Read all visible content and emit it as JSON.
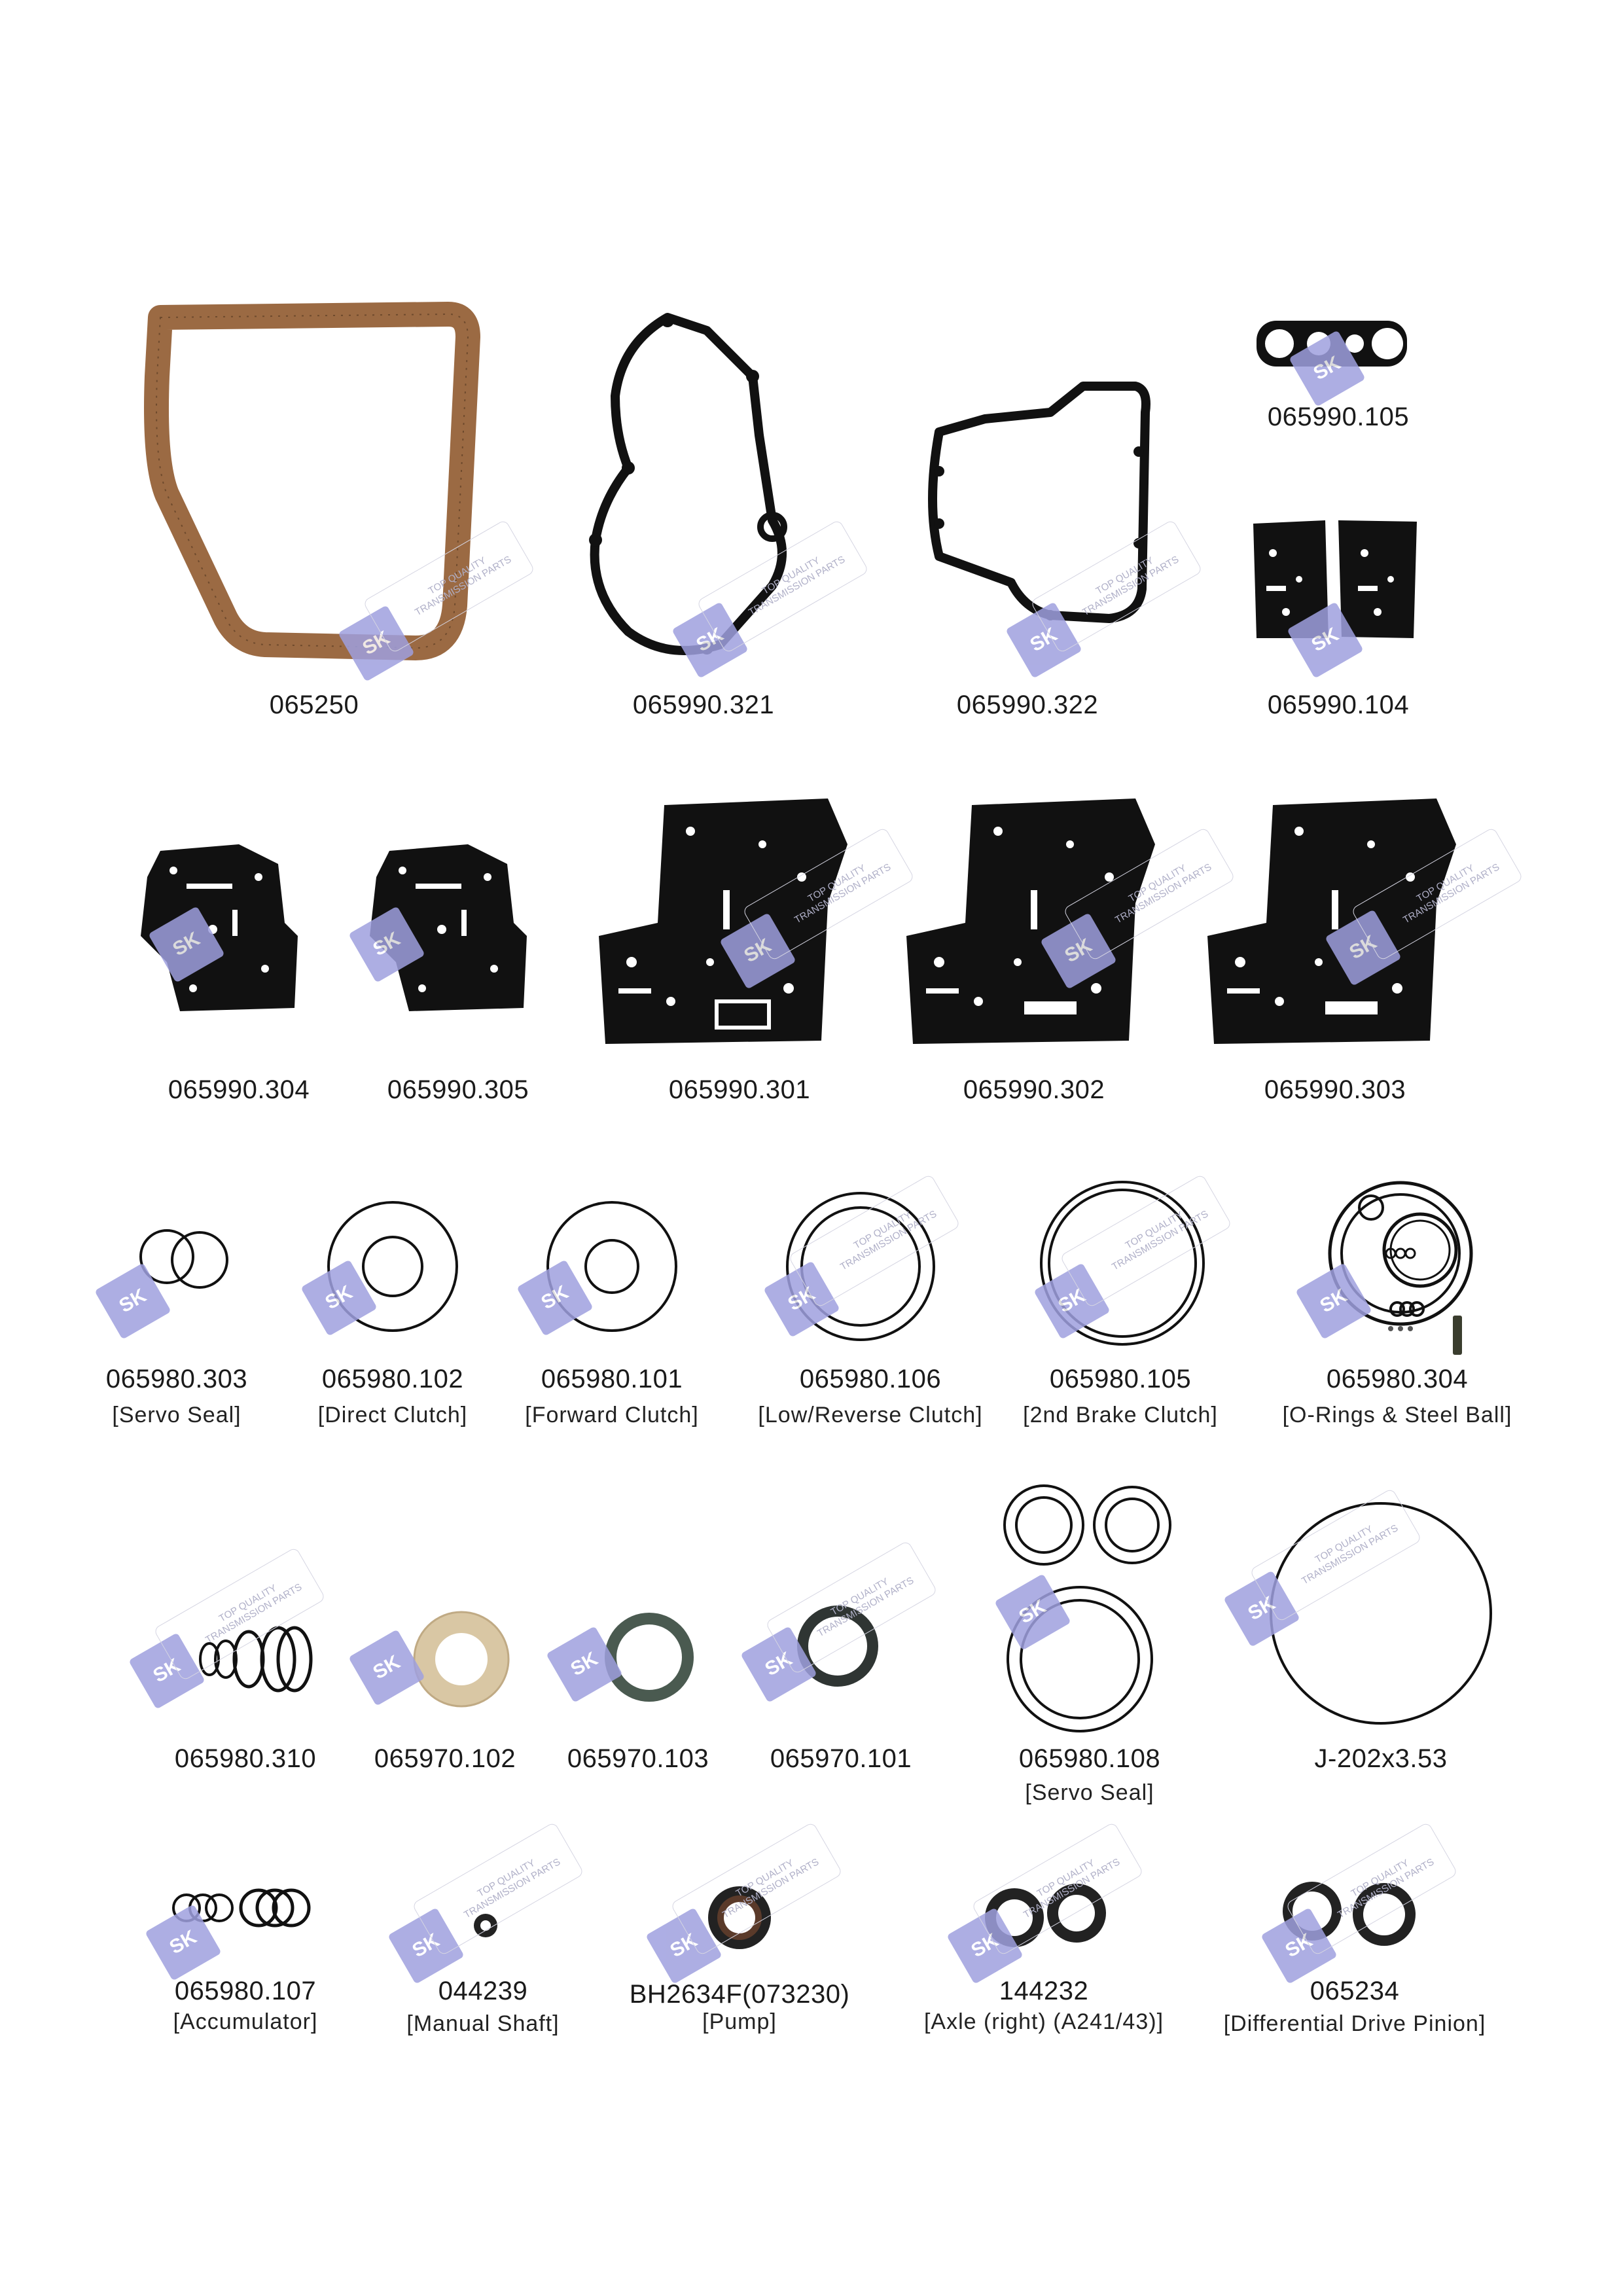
{
  "watermark": {
    "logo": "SK",
    "line1": "TOP QUALITY",
    "line2": "TRANSMISSION PARTS"
  },
  "colors": {
    "gasket": "#111111",
    "cork": "#9b6a43",
    "logo_bg": "#9fa0df",
    "seal_tan": "#d9c7a4"
  },
  "rows": [
    {
      "items": [
        {
          "code": "065250",
          "desc": ""
        },
        {
          "code": "065990.321",
          "desc": ""
        },
        {
          "code": "065990.322",
          "desc": ""
        },
        {
          "code": "065990.105",
          "desc": ""
        },
        {
          "code": "065990.104",
          "desc": ""
        }
      ]
    },
    {
      "items": [
        {
          "code": "065990.304",
          "desc": ""
        },
        {
          "code": "065990.305",
          "desc": ""
        },
        {
          "code": "065990.301",
          "desc": ""
        },
        {
          "code": "065990.302",
          "desc": ""
        },
        {
          "code": "065990.303",
          "desc": ""
        }
      ]
    },
    {
      "items": [
        {
          "code": "065980.303",
          "desc": "[Servo Seal]"
        },
        {
          "code": "065980.102",
          "desc": "[Direct Clutch]"
        },
        {
          "code": "065980.101",
          "desc": "[Forward Clutch]"
        },
        {
          "code": "065980.106",
          "desc": "[Low/Reverse Clutch]"
        },
        {
          "code": "065980.105",
          "desc": "[2nd Brake Clutch]"
        },
        {
          "code": "065980.304",
          "desc": "[O-Rings & Steel Ball]"
        }
      ]
    },
    {
      "items": [
        {
          "code": "065980.310",
          "desc": ""
        },
        {
          "code": "065970.102",
          "desc": ""
        },
        {
          "code": "065970.103",
          "desc": ""
        },
        {
          "code": "065970.101",
          "desc": ""
        },
        {
          "code": "065980.108",
          "desc": "[Servo Seal]"
        },
        {
          "code": "J-202x3.53",
          "desc": ""
        }
      ]
    },
    {
      "items": [
        {
          "code": "065980.107",
          "desc": "[Accumulator]"
        },
        {
          "code": "044239",
          "desc": "[Manual Shaft]"
        },
        {
          "code": "BH2634F(073230)",
          "desc": "[Pump]"
        },
        {
          "code": "144232",
          "desc": "[Axle (right) (A241/43)]"
        },
        {
          "code": "065234",
          "desc": "[Differential Drive Pinion]"
        }
      ]
    }
  ]
}
